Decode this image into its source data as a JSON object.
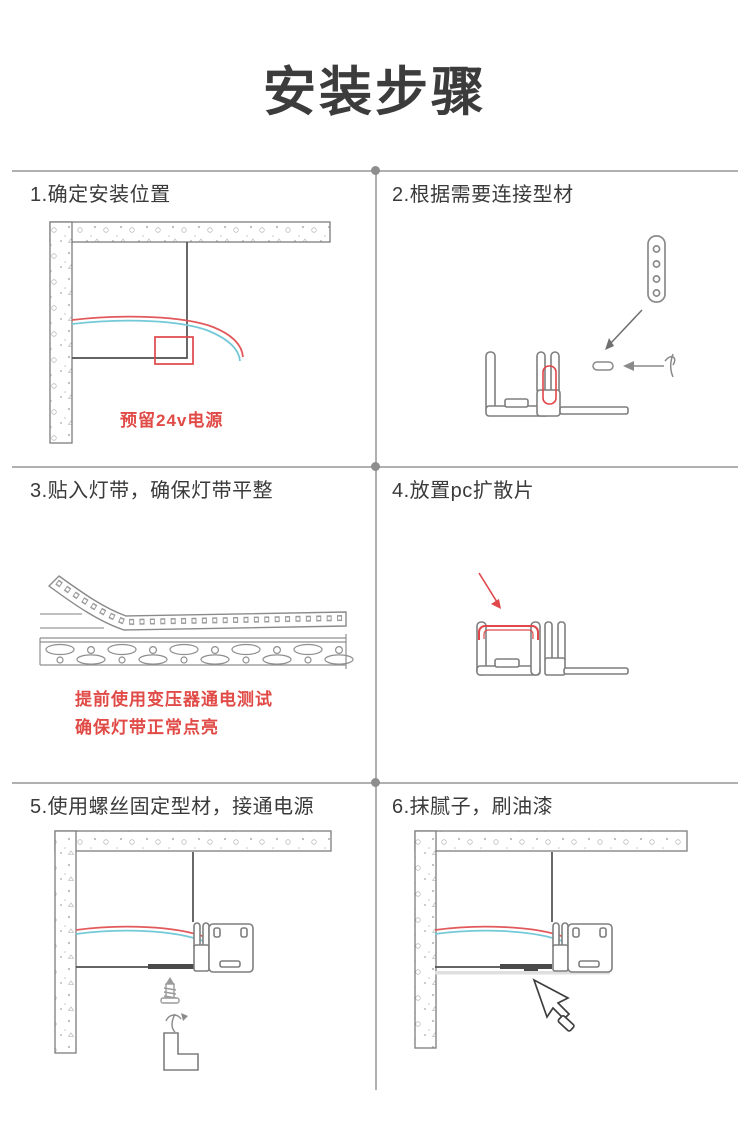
{
  "page": {
    "title": "安装步骤"
  },
  "colors": {
    "accent_red": "#e0474a",
    "wire_red": "#e2595c",
    "wire_blue": "#74c9d8",
    "line_gray": "#7d7d7d",
    "grid_gray": "#b0b0b0",
    "text_dark": "#3a3a3a"
  },
  "steps": [
    {
      "label": "1.确定安装位置",
      "note": "预留24v电源",
      "illustration": "ceiling-recess-with-reserved-wires"
    },
    {
      "label": "2.根据需要连接型材",
      "illustration": "profile-and-connector-plate"
    },
    {
      "label": "3.贴入灯带，确保灯带平整",
      "note_lines": [
        "提前使用变压器通电测试",
        "确保灯带正常点亮"
      ],
      "illustration": "led-strip-into-profile"
    },
    {
      "label": "4.放置pc扩散片",
      "illustration": "place-pc-diffuser"
    },
    {
      "label": "5.使用螺丝固定型材，接通电源",
      "illustration": "screw-fix-profile-connect-power"
    },
    {
      "label": "6.抹腻子，刷油漆",
      "illustration": "apply-putty-and-paint"
    }
  ]
}
